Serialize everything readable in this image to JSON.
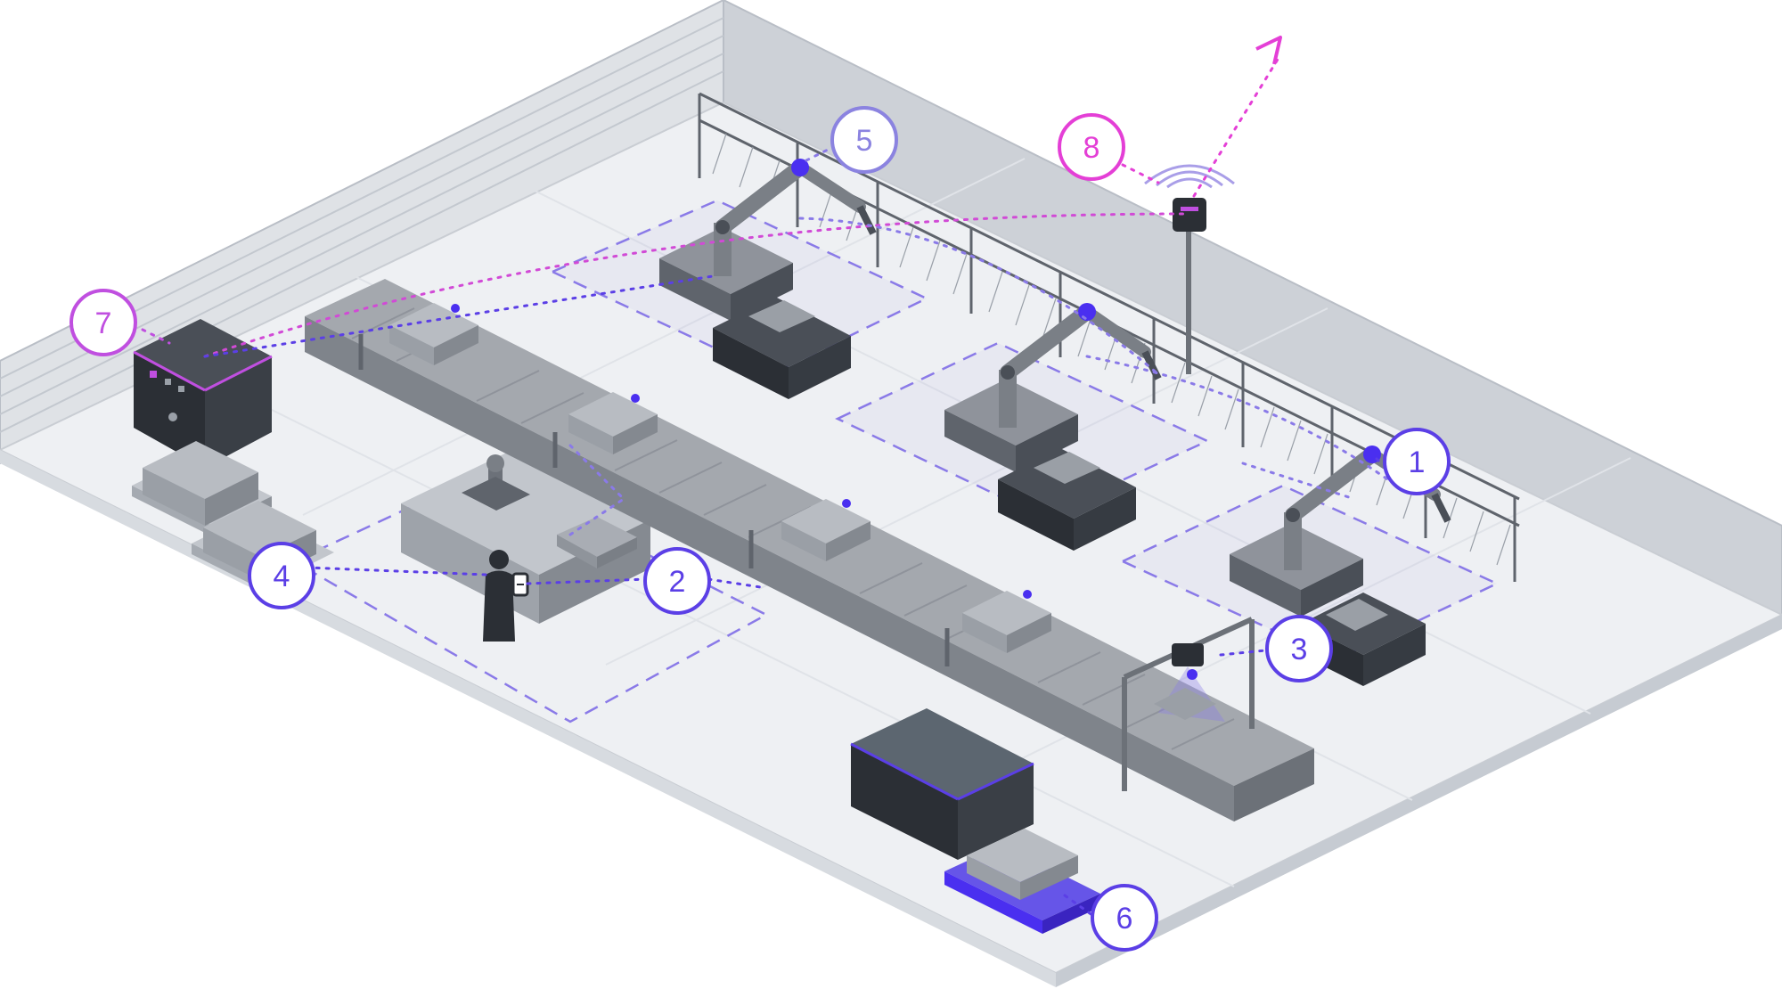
{
  "callouts": [
    {
      "label": "1",
      "color": "#5b3fe6"
    },
    {
      "label": "2",
      "color": "#5b3fe6"
    },
    {
      "label": "3",
      "color": "#5b3fe6"
    },
    {
      "label": "4",
      "color": "#5b3fe6"
    },
    {
      "label": "5",
      "color": "#8b83e0"
    },
    {
      "label": "6",
      "color": "#5b3fe6"
    },
    {
      "label": "7",
      "color": "#c04fe0"
    },
    {
      "label": "8",
      "color": "#e43fd6"
    }
  ],
  "colors": {
    "link_purple": "#5b3fe6",
    "link_magenta": "#d14ad6",
    "zone_dash": "#8a7ae8",
    "conveyor": "#8f939b",
    "dark_box": "#363b42",
    "floor": "#eef0f3",
    "wall": "#cdd1d7"
  }
}
